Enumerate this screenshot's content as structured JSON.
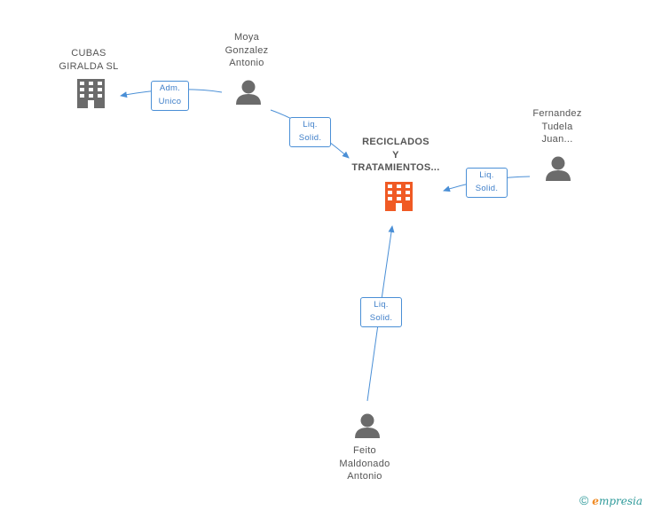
{
  "nodes": {
    "main_company": {
      "label": "RECICLADOS\nY\nTRATAMIENTOS...",
      "type": "company",
      "color": "#f05a24"
    },
    "cubas": {
      "label": "CUBAS\nGIRALDA SL",
      "type": "company",
      "color": "#6b6b6b"
    },
    "moya": {
      "label": "Moya\nGonzalez\nAntonio",
      "type": "person",
      "color": "#6b6b6b"
    },
    "fernandez": {
      "label": "Fernandez\nTudela\nJuan...",
      "type": "person",
      "color": "#6b6b6b"
    },
    "feito": {
      "label": "Feito\nMaldonado\nAntonio",
      "type": "person",
      "color": "#6b6b6b"
    }
  },
  "relations": {
    "moya_cubas": "Adm.\nUnico",
    "moya_main": "Liq.\nSolid.",
    "fernandez_main": "Liq.\nSolid.",
    "feito_main": "Liq.\nSolid."
  },
  "colors": {
    "edge": "#4a8fd6",
    "edge_text": "#3f7fc9",
    "label": "#555555"
  },
  "footer": {
    "copyright_symbol": "©",
    "brand_initial": "e",
    "brand_rest": "mpresia"
  }
}
